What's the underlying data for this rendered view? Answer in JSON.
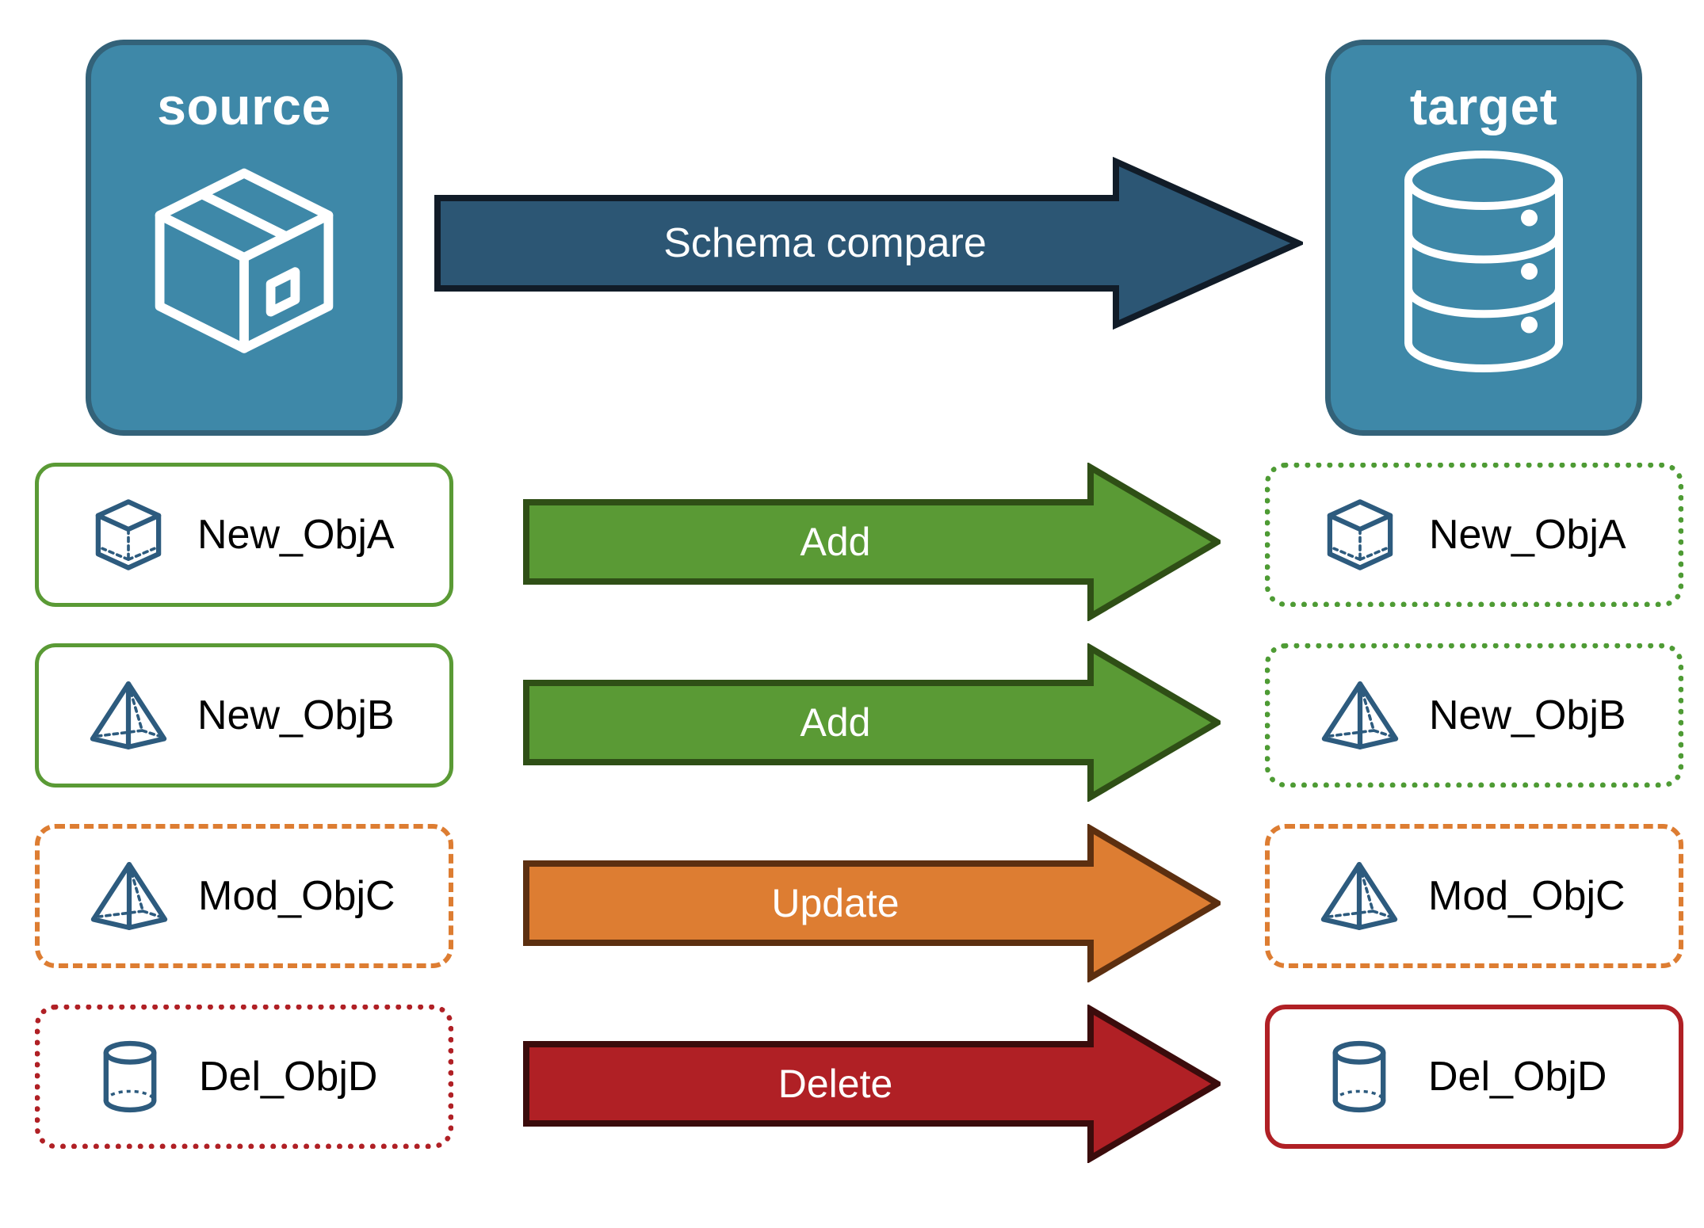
{
  "diagram": {
    "title_source": "source",
    "title_target": "target",
    "compare_arrow_label": "Schema compare",
    "colors": {
      "endpoint_fill": "#3E88A8",
      "endpoint_border": "#336279",
      "compare_arrow_fill": "#2C5674",
      "compare_arrow_border": "#111C28",
      "icon_blue": "#2D5B7E",
      "add_green": "#5A9A35",
      "add_green_border": "#2F4F16",
      "update_orange": "#DD7D32",
      "update_orange_border": "#5C2F10",
      "delete_red": "#B02025",
      "delete_red_border": "#3B0C0C"
    },
    "icons": {
      "source": "package-box-icon",
      "target": "database-cylinder-icon",
      "cube": "wireframe-cube-icon",
      "pyramid": "wireframe-pyramid-icon",
      "cylinder": "wireframe-cylinder-icon"
    },
    "rows": [
      {
        "source_label": "New_ObjA",
        "target_label": "New_ObjA",
        "action": "Add",
        "icon": "wireframe-cube-icon",
        "source_border_style": "solid",
        "source_border_color": "#5A9A35",
        "target_border_style": "dotted",
        "target_border_color": "#4E9B34",
        "arrow_fill": "#5A9A35",
        "arrow_border": "#2F4F16"
      },
      {
        "source_label": "New_ObjB",
        "target_label": "New_ObjB",
        "action": "Add",
        "icon": "wireframe-pyramid-icon",
        "source_border_style": "solid",
        "source_border_color": "#5A9A35",
        "target_border_style": "dotted",
        "target_border_color": "#4E9B34",
        "arrow_fill": "#5A9A35",
        "arrow_border": "#2F4F16"
      },
      {
        "source_label": "Mod_ObjC",
        "target_label": "Mod_ObjC",
        "action": "Update",
        "icon": "wireframe-pyramid-icon",
        "source_border_style": "dashed",
        "source_border_color": "#DD7D32",
        "target_border_style": "dashed",
        "target_border_color": "#DD7D32",
        "arrow_fill": "#DD7D32",
        "arrow_border": "#5C2F10"
      },
      {
        "source_label": "Del_ObjD",
        "target_label": "Del_ObjD",
        "action": "Delete",
        "icon": "wireframe-cylinder-icon",
        "source_border_style": "dotted",
        "source_border_color": "#B02025",
        "target_border_style": "solid",
        "target_border_color": "#B02025",
        "arrow_fill": "#B02025",
        "arrow_border": "#3B0C0C"
      }
    ]
  }
}
